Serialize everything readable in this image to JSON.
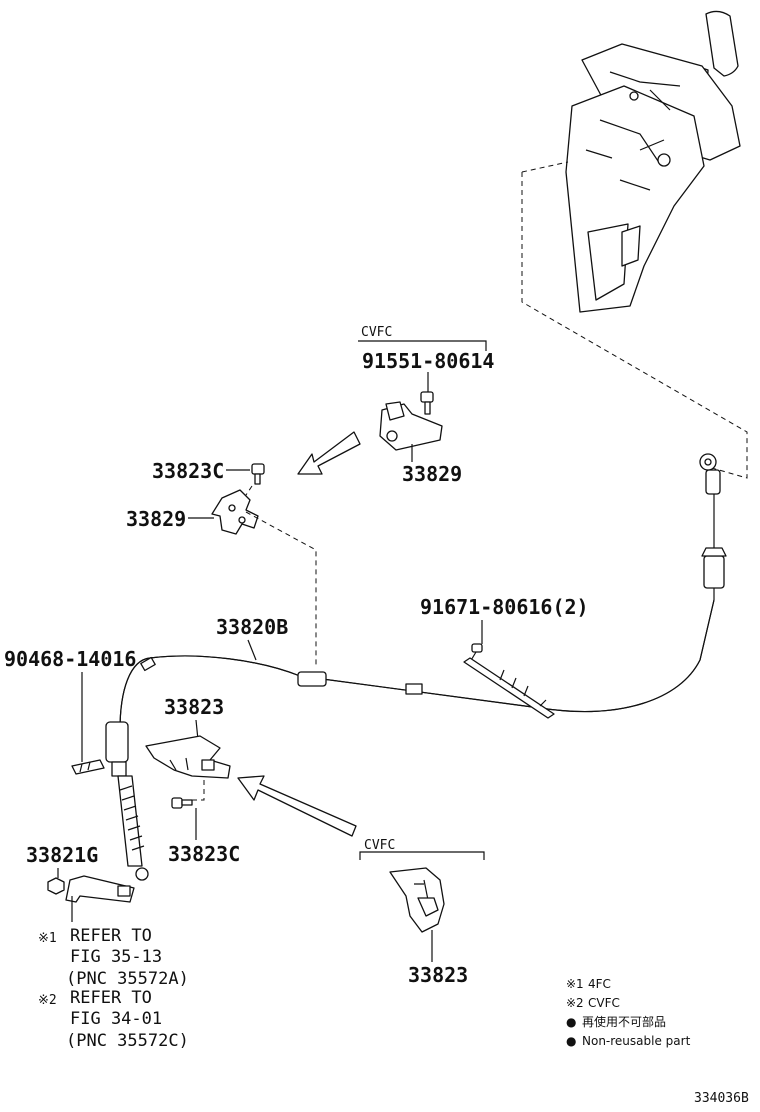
{
  "labels": {
    "cvfc_top": "CVFC",
    "bolt_top": "91551-80614",
    "bracket_top": "33829",
    "bolt_33823c_upper": "33823C",
    "bracket_left": "33829",
    "cable_main": "33820B",
    "clip_part": "91671-80616(2)",
    "washer": "90468-14016",
    "retainer": "33823",
    "bolt_33823c_lower": "33823C",
    "nut": "33821G",
    "cvfc_bottom": "CVFC",
    "retainer_bottom": "33823",
    "drawing_number": "334036B"
  },
  "references": [
    {
      "mark": "※1",
      "line1": "REFER TO",
      "line2": "FIG 35-13",
      "line3": "(PNC 35572A)"
    },
    {
      "mark": "※2",
      "line1": "REFER TO",
      "line2": "FIG 34-01",
      "line3": "(PNC 35572C)"
    }
  ],
  "legend": [
    {
      "mark": "※1",
      "text": "4FC"
    },
    {
      "mark": "※2",
      "text": "CVFC"
    },
    {
      "mark": "●",
      "text": "再使用不可部品"
    },
    {
      "mark": "●",
      "text": "Non-reusable part"
    }
  ]
}
